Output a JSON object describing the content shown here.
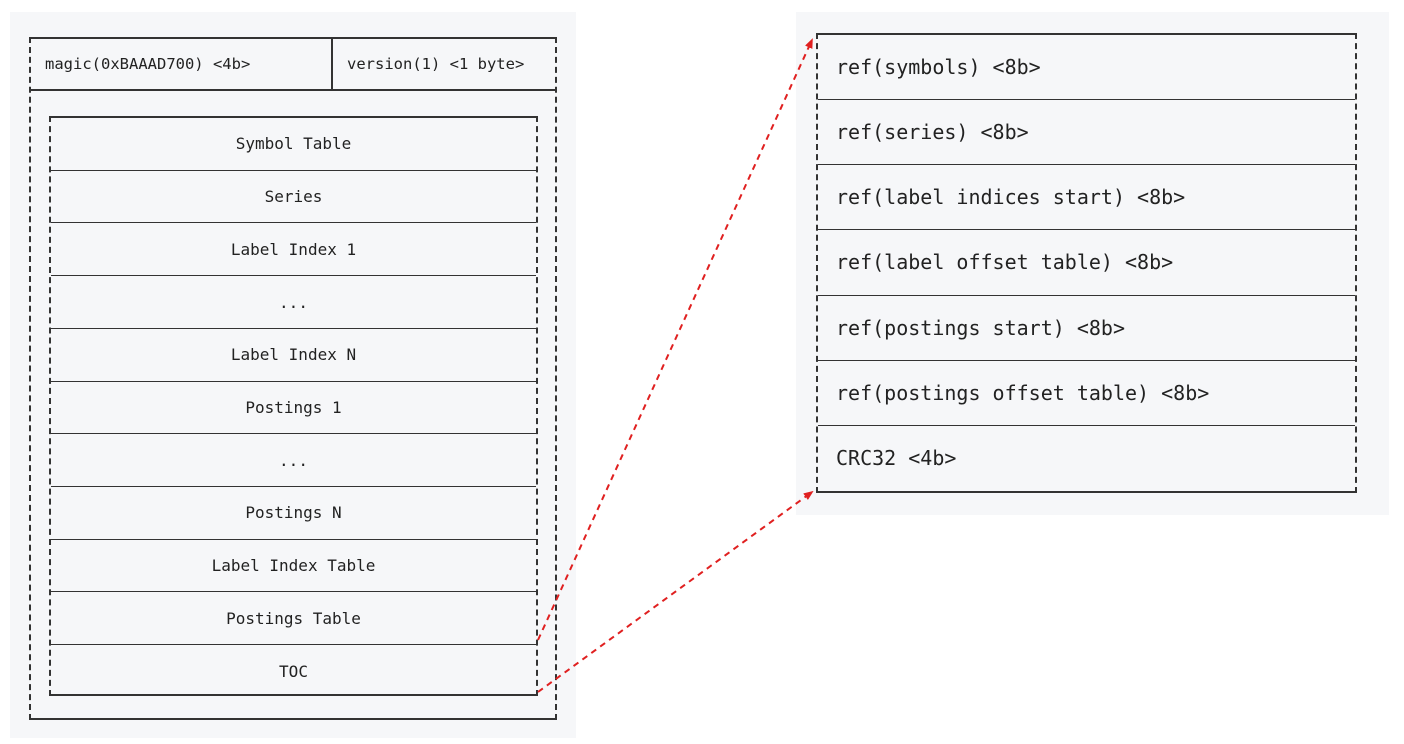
{
  "file_header": {
    "magic": "magic(0xBAAAD700) <4b>",
    "version": "version(1) <1 byte>"
  },
  "sections": [
    "Symbol Table",
    "Series",
    "Label Index 1",
    "...",
    "Label Index N",
    "Postings 1",
    "...",
    "Postings N",
    "Label Index Table",
    "Postings Table",
    "TOC"
  ],
  "toc_entries": [
    "ref(symbols) <8b>",
    "ref(series) <8b>",
    "ref(label indices start) <8b>",
    "ref(label offset table) <8b>",
    "ref(postings start) <8b>",
    "ref(postings offset table) <8b>",
    "CRC32 <4b>"
  ],
  "colors": {
    "panel_background": "#f6f7f9",
    "connector": "#e02020",
    "border": "#333333"
  }
}
